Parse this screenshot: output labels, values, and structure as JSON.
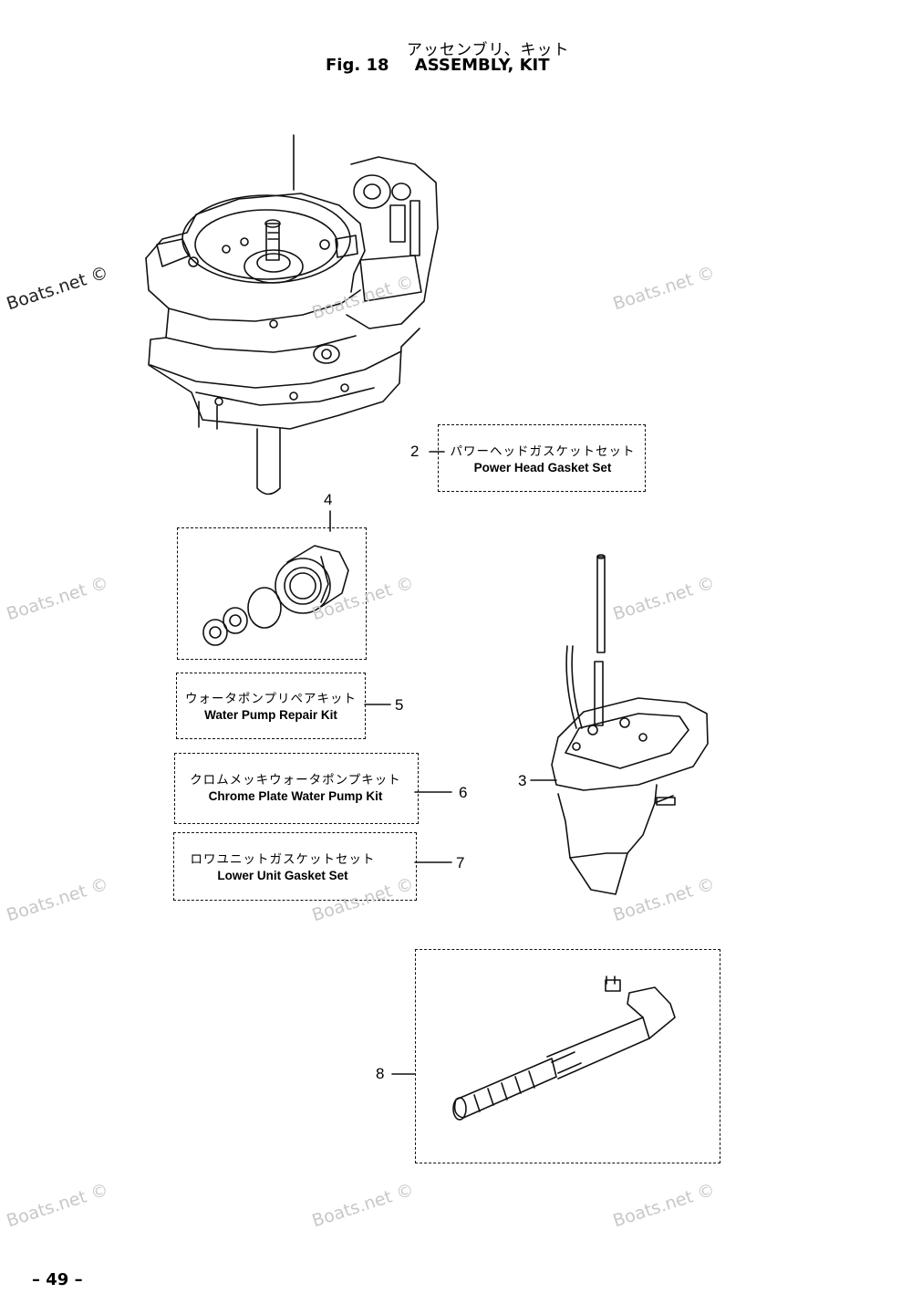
{
  "title": {
    "japanese": "アッセンブリ、キット",
    "figure": "Fig. 18",
    "english": "ASSEMBLY, KIT"
  },
  "callouts": {
    "c2": "2",
    "c3": "3",
    "c4": "4",
    "c5": "5",
    "c6": "6",
    "c7": "7",
    "c8": "8"
  },
  "kits": {
    "power_head": {
      "jp": "パワーヘッドガスケットセット",
      "en": "Power Head Gasket Set"
    },
    "water_pump": {
      "jp": "ウォータポンプリペアキット",
      "en": "Water Pump Repair Kit"
    },
    "chrome_plate": {
      "jp": "クロムメッキウォータポンプキット",
      "en": "Chrome Plate Water Pump Kit"
    },
    "lower_unit": {
      "jp": "ロワユニットガスケットセット",
      "en": "Lower Unit Gasket Set"
    }
  },
  "watermark": "Boats.net ©",
  "page_number": "– 49 –"
}
